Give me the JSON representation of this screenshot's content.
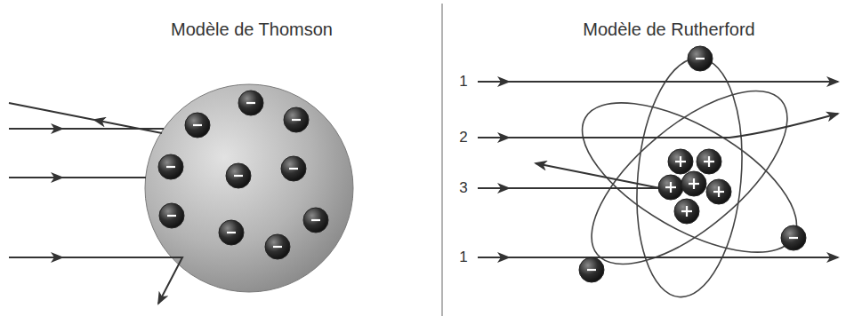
{
  "diagram": {
    "labels": [
      "Modèle de Thomson",
      "Modèle de Rutherford",
      "1",
      "2",
      "3",
      "1"
    ]
  }
}
